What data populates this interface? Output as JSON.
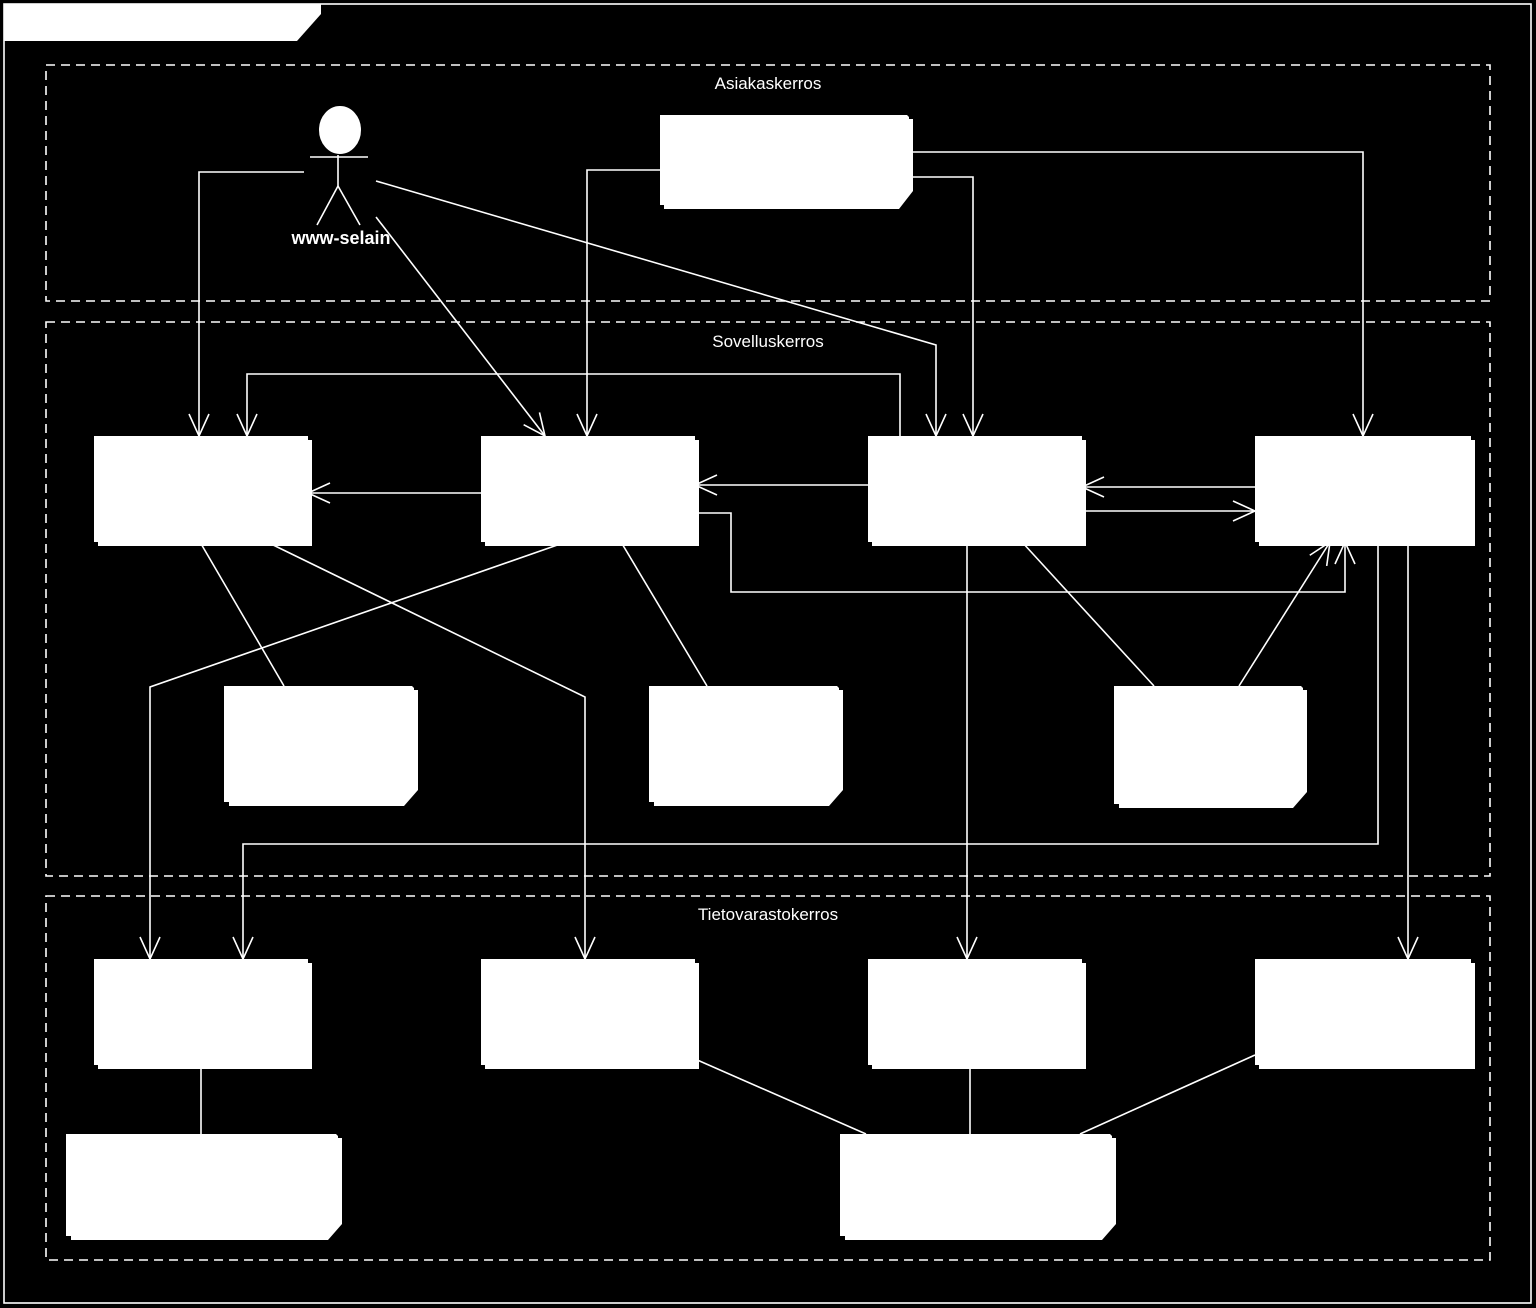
{
  "diagram": {
    "frame_tab_label": "",
    "layers": [
      {
        "id": "client",
        "title": "Asiakaskerros"
      },
      {
        "id": "application",
        "title": "Sovelluskerros"
      },
      {
        "id": "data",
        "title": "Tietovarastokerros"
      }
    ],
    "actor": {
      "label": "www-selain"
    },
    "colors": {
      "background": "#000000",
      "foreground": "#ffffff"
    }
  }
}
